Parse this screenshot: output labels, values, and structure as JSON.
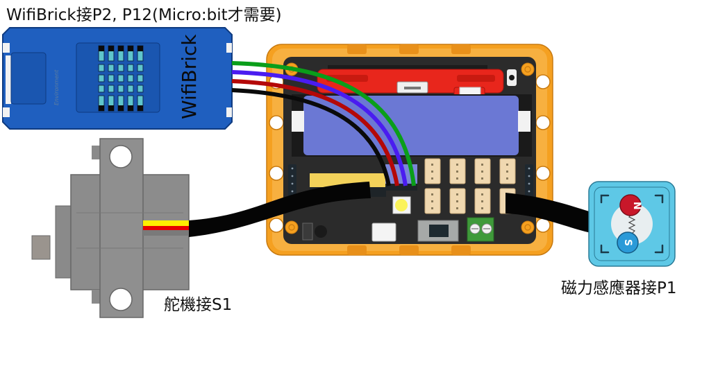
{
  "diagram": {
    "title": "WifiBrick接P2, P12(Micro:bit才需要)",
    "modules": {
      "wifibrick": {
        "name": "WifiBrick",
        "sub_label": "Environment",
        "color": "#1f5fbf",
        "wire_colors": [
          "#0a9e1a",
          "#4a1cf0",
          "#b40808",
          "#0a0a0a"
        ],
        "connected_pins": [
          "P2",
          "P12"
        ]
      },
      "servo": {
        "label": "舵機接S1",
        "color": "#8c8c8c",
        "wire_colors": [
          "#ffee00",
          "#e60000",
          "#7a7a7a"
        ],
        "connected_pin": "S1"
      },
      "magnetic_sensor": {
        "label": "磁力感應器接P1",
        "color": "#5ec8e6",
        "north_label": "N",
        "south_label": "S",
        "north_color": "#c8182a",
        "south_color": "#2a9ad8",
        "connected_pin": "P1"
      },
      "controller_board": {
        "frame_color": "#f5a020",
        "pcb_color": "#2a2a2a",
        "battery_color": "#6b78d4",
        "holder_color": "#e8261c"
      }
    }
  }
}
